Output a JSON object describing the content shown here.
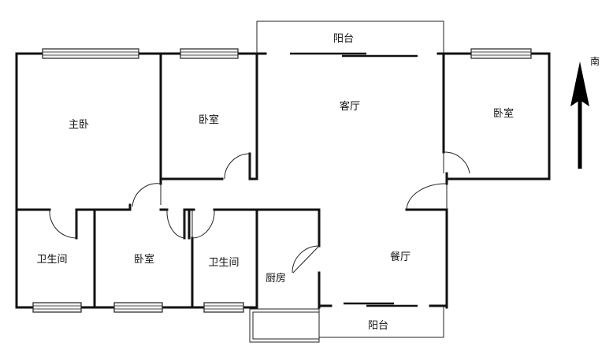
{
  "rooms": {
    "master_bedroom": "主卧",
    "bedroom_north": "卧室",
    "living_room": "客厅",
    "bedroom_east": "卧室",
    "balcony_north": "阳台",
    "bathroom_west": "卫生间",
    "bedroom_south": "卧室",
    "bathroom_middle": "卫生间",
    "kitchen": "厨房",
    "dining_room": "餐厅",
    "balcony_south": "阳台"
  },
  "compass": {
    "label": "南",
    "arrow_icon": "north-arrow-icon"
  }
}
